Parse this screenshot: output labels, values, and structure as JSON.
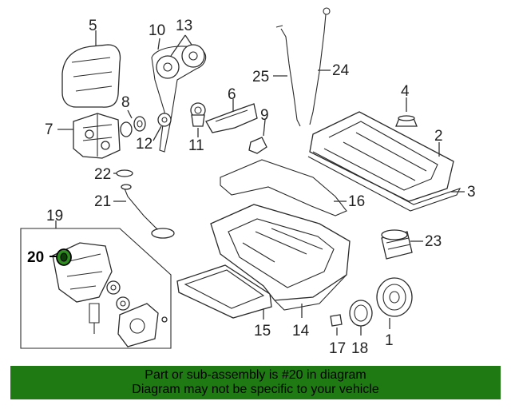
{
  "diagram": {
    "highlighted_part": "20",
    "highlight_color": "#2e8b20",
    "callouts": {
      "p1": "1",
      "p2": "2",
      "p3": "3",
      "p4": "4",
      "p5": "5",
      "p6": "6",
      "p7": "7",
      "p8": "8",
      "p9": "9",
      "p10": "10",
      "p11": "11",
      "p12": "12",
      "p13": "13",
      "p14": "14",
      "p15": "15",
      "p16": "16",
      "p17": "17",
      "p18": "18",
      "p19": "19",
      "p20": "20",
      "p21": "21",
      "p22": "22",
      "p23": "23",
      "p24": "24",
      "p25": "25"
    }
  },
  "banner": {
    "line1": "Part or sub-assembly is #20 in diagram",
    "line2": "Diagram may not be specific to your vehicle",
    "background": "#1f7a14"
  }
}
